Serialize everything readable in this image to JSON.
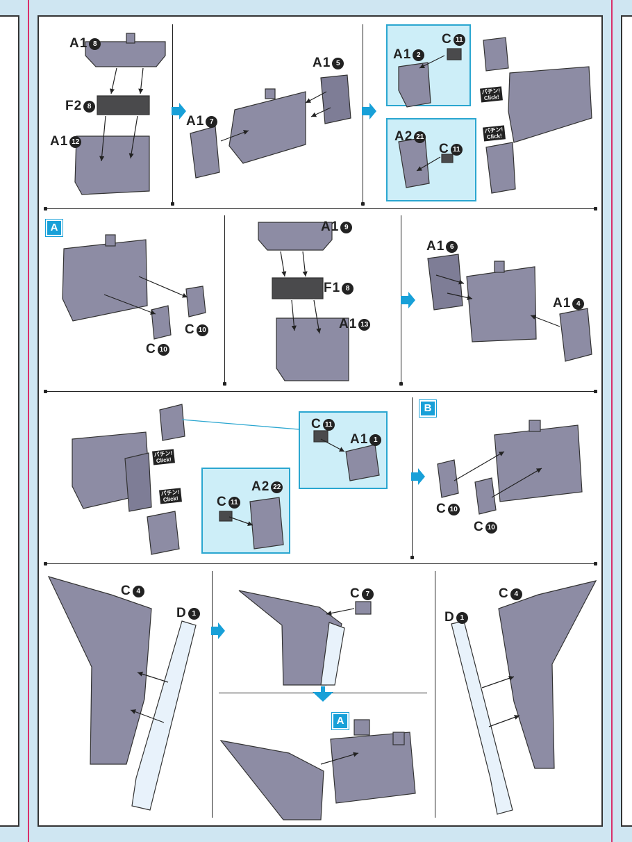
{
  "parts": {
    "a1_8": "A1",
    "a1_8n": "8",
    "f2_8": "F2",
    "f2_8n": "8",
    "a1_12": "A1",
    "a1_12n": "12",
    "a1_5": "A1",
    "a1_5n": "5",
    "a1_7": "A1",
    "a1_7n": "7",
    "a1_2": "A1",
    "a1_2n": "2",
    "c_11a": "C",
    "c_11an": "11",
    "a2_21": "A2",
    "a2_21n": "21",
    "c_11b": "C",
    "c_11bn": "11",
    "c_10a": "C",
    "c_10an": "10",
    "c_10b": "C",
    "c_10bn": "10",
    "a1_9": "A1",
    "a1_9n": "9",
    "f1_8": "F1",
    "f1_8n": "8",
    "a1_13": "A1",
    "a1_13n": "13",
    "a1_6": "A1",
    "a1_6n": "6",
    "a1_4": "A1",
    "a1_4n": "4",
    "c_11c": "C",
    "c_11cn": "11",
    "a1_1": "A1",
    "a1_1n": "1",
    "c_11d": "C",
    "c_11dn": "11",
    "a2_22": "A2",
    "a2_22n": "22",
    "c_10c": "C",
    "c_10cn": "10",
    "c_10d": "C",
    "c_10dn": "10",
    "c_4a": "C",
    "c_4an": "4",
    "d_1a": "D",
    "d_1an": "1",
    "c_7": "C",
    "c_7n": "7",
    "c_4b": "C",
    "c_4bn": "4",
    "d_1b": "D",
    "d_1bn": "1"
  },
  "steps": {
    "a1": "A",
    "b": "B",
    "a2": "A"
  },
  "click": {
    "jp": "パチン!",
    "en": "Click!"
  },
  "colors": {
    "background": "#cfe6f2",
    "part_gray": "#8d8ca4",
    "dark_part": "#4a4a4c",
    "clear_part": "#e8f2fb",
    "step_blue": "#18a0d8",
    "callout_fill": "#cdeef8",
    "margin_red": "#d9306a"
  }
}
